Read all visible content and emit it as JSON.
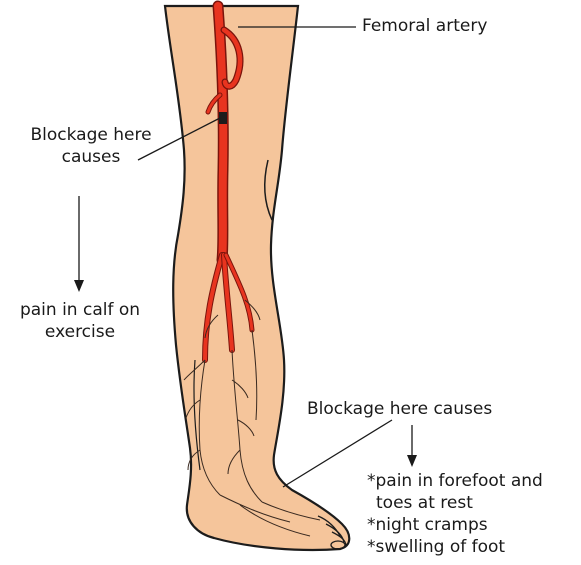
{
  "labels": {
    "femoral": "Femoral artery",
    "upper_blockage": [
      "Blockage here",
      "causes"
    ],
    "upper_effect": [
      "pain in calf on",
      "exercise"
    ],
    "lower_blockage": "Blockage here causes",
    "lower_effects": [
      "*pain in forefoot and",
      "toes at rest",
      "*night cramps",
      "*swelling of foot"
    ]
  },
  "colors": {
    "skin": "#f5c59b",
    "outline": "#1c1c1c",
    "artery": "#e8341f",
    "artery_edge": "#7a140c",
    "text": "#1a1a1a"
  }
}
